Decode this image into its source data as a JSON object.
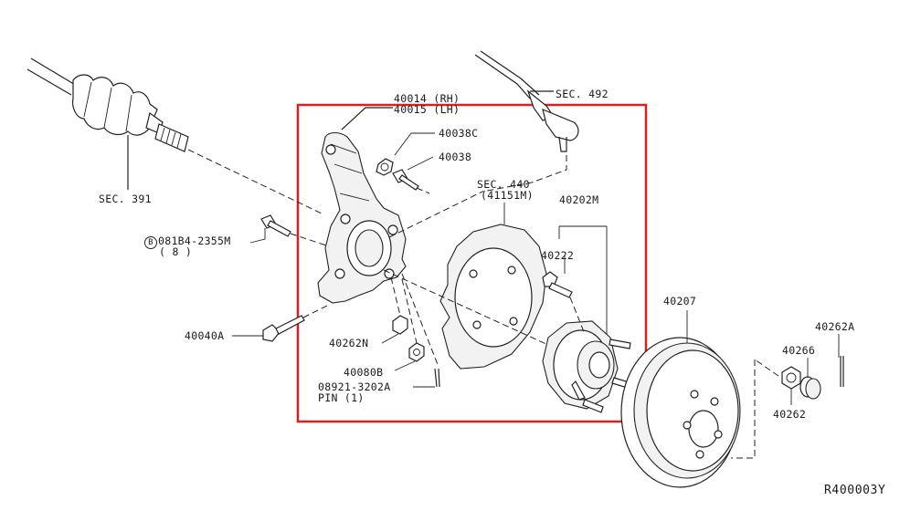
{
  "colors": {
    "highlight_box": "#e01e1e",
    "line": "#222222"
  },
  "labels": {
    "knuckle_rh": "40014 (RH)",
    "knuckle_lh": "40015 (LH)",
    "nut_40038c": "40038C",
    "bolt_40038": "40038",
    "sec_492": "SEC. 492",
    "sec_440": "SEC. 440",
    "sec_440_sub": "(41151M)",
    "hub_40202m": "40202M",
    "bolt_40222": "40222",
    "rotor_40207": "40207",
    "pin_40262a": "40262A",
    "cap_40266": "40266",
    "nut_40262": "40262",
    "bolt_circle_id": "B",
    "bolt_081b4": "081B4-2355M",
    "bolt_081b4_qty": "( 8 )",
    "bolt_40040a": "40040A",
    "nut_40262n": "40262N",
    "nut_40080b": "40080B",
    "pin_part": "08921-3202A",
    "pin_desc": "PIN (1)",
    "sec_391": "SEC. 391",
    "diagram_ref": "R400003Y"
  }
}
